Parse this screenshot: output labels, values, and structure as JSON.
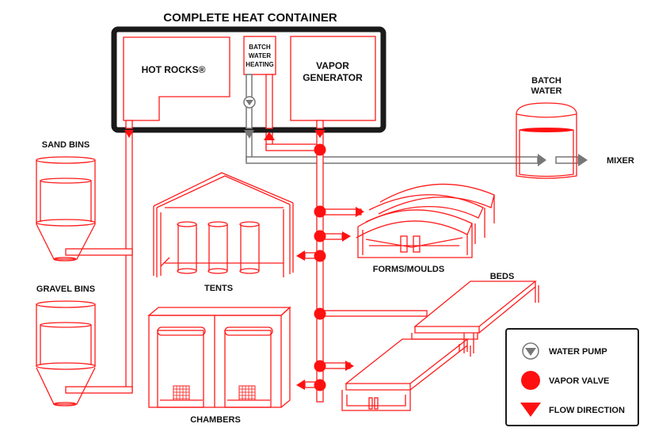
{
  "title": "COMPLETE HEAT CONTAINER",
  "container": {
    "hot_rocks": "HOT ROCKS®",
    "batch_water_heating": [
      "BATCH",
      "WATER",
      "HEATING"
    ],
    "vapor_generator": [
      "VAPOR",
      "GENERATOR"
    ]
  },
  "batch_water": [
    "BATCH",
    "WATER"
  ],
  "mixer": "MIXER",
  "sand_bins": "SAND BINS",
  "gravel_bins": "GRAVEL BINS",
  "tents": "TENTS",
  "forms_moulds": "FORMS/MOULDS",
  "beds": "BEDS",
  "chambers": "CHAMBERS",
  "legend": {
    "items": [
      {
        "icon": "water-pump",
        "label": "WATER PUMP"
      },
      {
        "icon": "vapor-valve",
        "label": "VAPOR VALVE"
      },
      {
        "icon": "flow-direction",
        "label": "FLOW DIRECTION"
      }
    ]
  },
  "colors": {
    "steam": "#ff1010",
    "water": "#777777",
    "container": "#1a1a1a"
  }
}
